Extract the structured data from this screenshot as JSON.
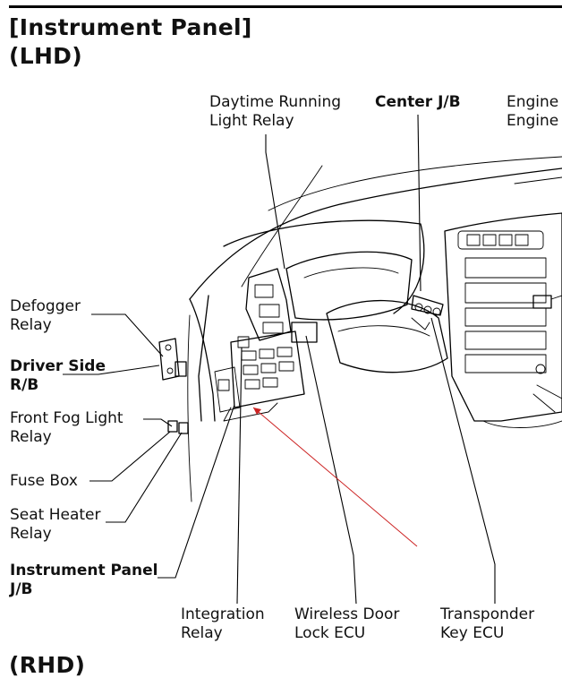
{
  "title": "[Instrument Panel]",
  "subtitle": "(LHD)",
  "next_section": "(RHD)",
  "labels": {
    "drl_1": "Daytime Running",
    "drl_2": "Light Relay",
    "center_jb": "Center J/B",
    "engine_1": "Engine",
    "engine_2": "Engine",
    "defogger_1": "Defogger",
    "defogger_2": "Relay",
    "driver_1": "Driver Side",
    "driver_2": "R/B",
    "fog_1": "Front Fog Light",
    "fog_2": "Relay",
    "fuse_box": "Fuse Box",
    "seat_1": "Seat Heater",
    "seat_2": "Relay",
    "ip_1": "Instrument Panel",
    "ip_2": "J/B",
    "integration_1": "Integration",
    "integration_2": "Relay",
    "wireless_1": "Wireless Door",
    "wireless_2": "Lock ECU",
    "transponder_1": "Transponder",
    "transponder_2": "Key ECU"
  }
}
